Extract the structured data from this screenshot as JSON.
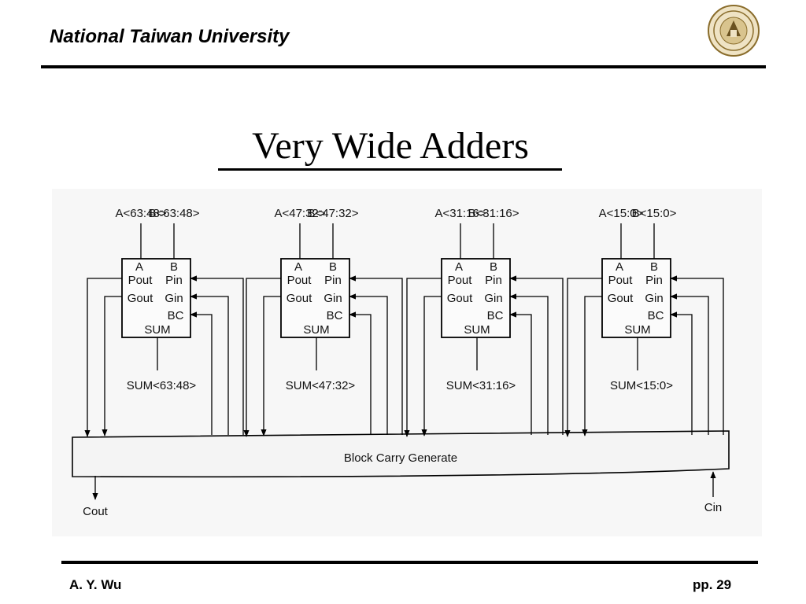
{
  "header": {
    "institution": "National Taiwan University"
  },
  "seal": {
    "name": "ntu-seal"
  },
  "slide": {
    "title": "Very Wide Adders"
  },
  "diagram": {
    "blocks": [
      {
        "a_in": "A<63:48>",
        "b_in": "B<63:48>",
        "sum_out": "SUM<63:48>"
      },
      {
        "a_in": "A<47:32>",
        "b_in": "B<47:32>",
        "sum_out": "SUM<47:32>"
      },
      {
        "a_in": "A<31:16>",
        "b_in": "B<31:16>",
        "sum_out": "SUM<31:16>"
      },
      {
        "a_in": "A<15:0>",
        "b_in": "B<15:0>",
        "sum_out": "SUM<15:0>"
      }
    ],
    "port_labels": {
      "a": "A",
      "b": "B",
      "pout": "Pout",
      "pin": "Pin",
      "gout": "Gout",
      "gin": "Gin",
      "bc": "BC",
      "sum": "SUM"
    },
    "carry_unit": "Block Carry Generate",
    "cout": "Cout",
    "cin": "Cin"
  },
  "footer": {
    "author": "A. Y. Wu",
    "page": "pp. 29"
  },
  "colors": {
    "line": "#000000",
    "diagram_bg": "#f7f7f7",
    "seal_gold": "#b89a55"
  }
}
